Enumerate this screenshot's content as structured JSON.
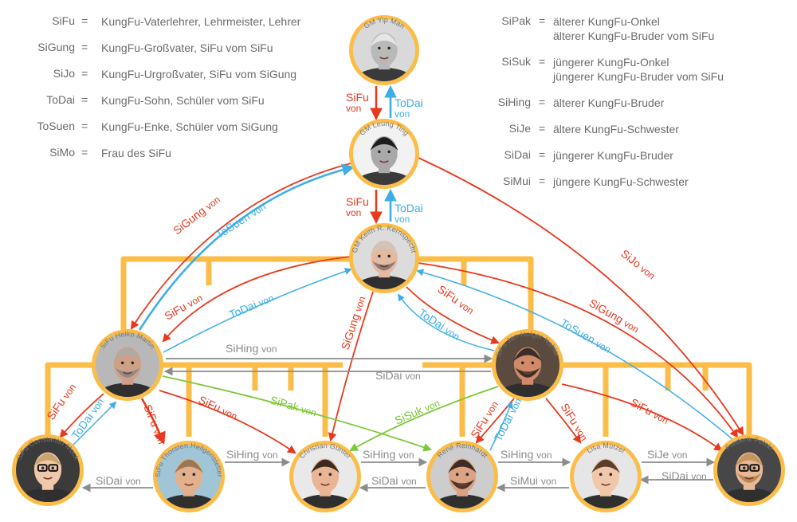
{
  "legend_left": [
    {
      "term": "SiFu",
      "def": [
        "KungFu-Vaterlehrer, Lehrmeister, Lehrer"
      ]
    },
    {
      "term": "SiGung",
      "def": [
        "KungFu-Großvater, SiFu vom SiFu"
      ]
    },
    {
      "term": "SiJo",
      "def": [
        "KungFu-Urgroßvater, SiFu vom SiGung"
      ]
    },
    {
      "term": "ToDai",
      "def": [
        "KungFu-Sohn, Schüler vom SiFu"
      ]
    },
    {
      "term": "ToSuen",
      "def": [
        "KungFu-Enke, Schüler vom SiGung"
      ]
    },
    {
      "term": "SiMo",
      "def": [
        "Frau des SiFu"
      ]
    }
  ],
  "legend_right": [
    {
      "term": "SiPak",
      "def": [
        "älterer KungFu-Onkel",
        "älterer KungFu-Bruder vom SiFu"
      ]
    },
    {
      "term": "SiSuk",
      "def": [
        "jüngerer KungFu-Onkel",
        "jüngerer KungFu-Bruder vom SiFu"
      ]
    },
    {
      "term": "SiHing",
      "def": [
        "älterer KungFu-Bruder"
      ]
    },
    {
      "term": "SiJe",
      "def": [
        "ältere KungFu-Schwester"
      ]
    },
    {
      "term": "SiDai",
      "def": [
        "jüngerer KungFu-Bruder"
      ]
    },
    {
      "term": "SiMui",
      "def": [
        "jüngere KungFu-Schwester"
      ]
    }
  ],
  "eq_sign": "=",
  "people": {
    "yip": "GM Yip Man",
    "leung": "GM Leung Ting",
    "keith": "GM Keith R. Kernspecht",
    "heiko": "SiFu Heiko Martin",
    "holger": "SiFu Jan-Holger Nahler",
    "constantin": "SiFu Constantin Mock",
    "thorsten": "SiFu Thorsten Heilgenstetter",
    "christian": "Christian Günter",
    "rene": "René Reinhardt",
    "lisa": "Lisa Mützel",
    "frederik": "Frederik Felski"
  },
  "relations": {
    "sifu": "SiFu",
    "todai": "ToDai",
    "sigung": "SiGung",
    "tosuen": "ToSuen",
    "sijo": "SiJo",
    "sihing": "SiHing",
    "sidai": "SiDai",
    "sipak": "SiPak",
    "sisuk": "SiSuk",
    "sije": "SiJe",
    "simui": "SiMui",
    "von": "von"
  },
  "colors": {
    "frame": "#fbbd48",
    "sifu": "#e8391e",
    "todai": "#3daee6",
    "sibling": "#8c8c8c",
    "uncle": "#7cc83a",
    "legend_text": "#6b6b6b",
    "name_text": "#777777"
  }
}
